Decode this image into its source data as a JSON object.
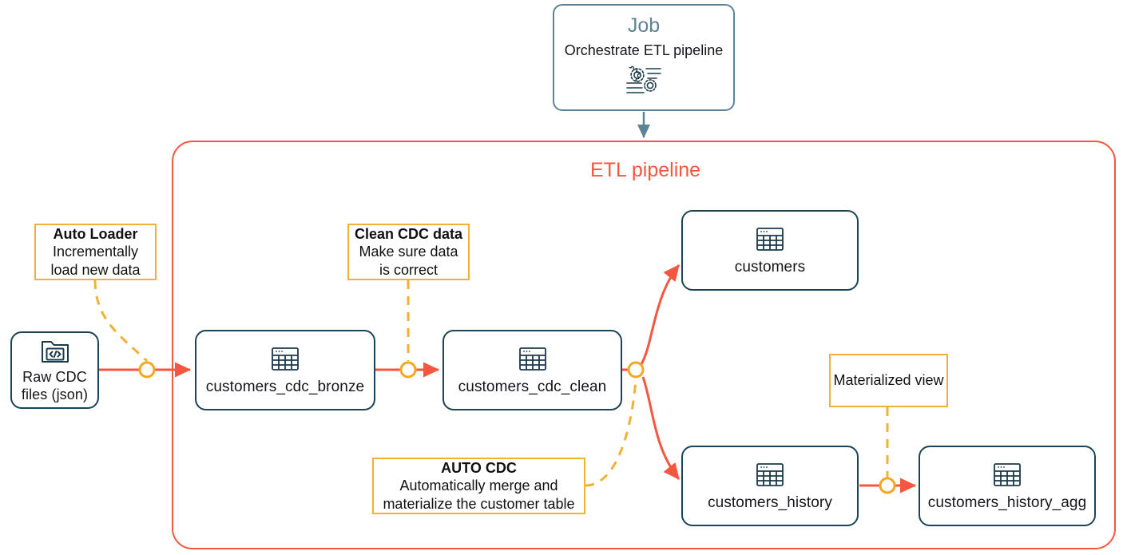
{
  "meta": {
    "colors": {
      "node_border": "#1b4556",
      "node_text": "#15161a",
      "job_border": "#5d8496",
      "job_title": "#5d8496",
      "pipeline_border": "#f4563f",
      "pipeline_title": "#f4563f",
      "flow_arrow": "#f4563f",
      "note_border": "#f2b134",
      "note_connector": "#f2b134",
      "joint_ring": "#f5a623",
      "background": "#ffffff"
    }
  },
  "job": {
    "title": "Job",
    "subtitle": "Orchestrate ETL pipeline",
    "icon": "gears-icon"
  },
  "pipeline": {
    "title": "ETL pipeline"
  },
  "nodes": [
    {
      "id": "raw-cdc-files",
      "label": "Raw CDC\nfiles (json)",
      "icon": "folder-code-icon"
    },
    {
      "id": "customers-cdc-bronze",
      "label": "customers_cdc_bronze",
      "icon": "table-icon"
    },
    {
      "id": "customers-cdc-clean",
      "label": "customers_cdc_clean",
      "icon": "table-icon"
    },
    {
      "id": "customers",
      "label": "customers",
      "icon": "table-icon"
    },
    {
      "id": "customers-history",
      "label": "customers_history",
      "icon": "table-icon"
    },
    {
      "id": "customers-history-agg",
      "label": "customers_history_agg",
      "icon": "table-icon"
    }
  ],
  "notes": [
    {
      "id": "auto-loader",
      "title": "Auto Loader",
      "body": "Incrementally\nload new data"
    },
    {
      "id": "clean-cdc-data",
      "title": "Clean CDC data",
      "body": "Make sure data\nis correct"
    },
    {
      "id": "auto-cdc",
      "title": "AUTO CDC",
      "body": "Automatically merge and\nmaterialize the customer table"
    },
    {
      "id": "materialized-view",
      "title": "",
      "body": "Materialized view"
    }
  ]
}
